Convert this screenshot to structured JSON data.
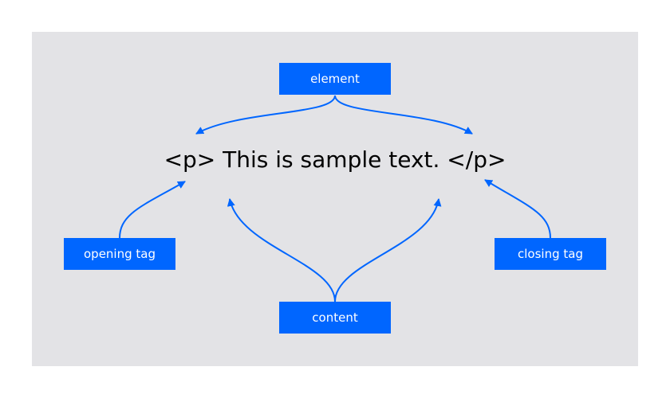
{
  "diagram": {
    "code_text": "<p> This is sample text. </p>",
    "labels": {
      "element": "element",
      "opening_tag": "opening tag",
      "closing_tag": "closing tag",
      "content": "content"
    },
    "colors": {
      "accent": "#0066ff",
      "panel_background": "#e3e3e6",
      "page_background": "#ffffff",
      "label_text": "#ffffff",
      "code_text": "#000000"
    }
  }
}
